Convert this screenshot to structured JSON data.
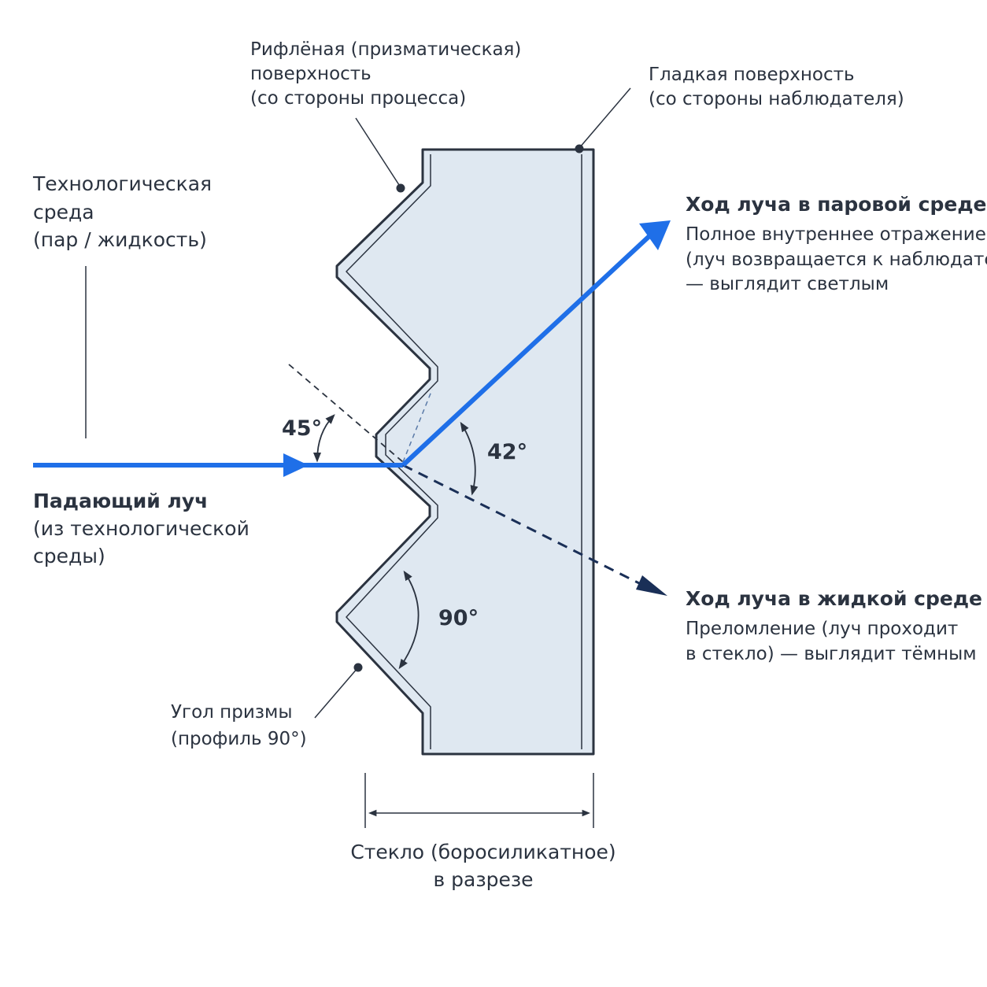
{
  "labels": {
    "process_medium": [
      "Технологическая",
      "среда",
      "(пар / жидкость)"
    ],
    "ribbed_surface": [
      "Рифлёная (призматическая)",
      "поверхность",
      "(со стороны процесса)"
    ],
    "smooth_surface": [
      "Гладкая поверхность",
      "(со стороны наблюдателя)"
    ],
    "vapor_title": "Ход луча в паровой среде",
    "vapor_desc": [
      "Полное внутреннее отражение",
      "(луч возвращается к наблюдателю)",
      "— выглядит светлым"
    ],
    "liquid_title": "Ход луча в жидкой среде",
    "liquid_desc": [
      "Преломление (луч проходит",
      "в стекло) — выглядит тёмным"
    ],
    "incident_title": "Падающий луч",
    "incident_desc": [
      "(из технологической",
      "среды)"
    ],
    "prism_angle": [
      "Угол призмы",
      "(профиль 90°)"
    ],
    "glass": [
      "Стекло (боросиликатное)",
      "в разрезе"
    ]
  },
  "angles": {
    "incidence": "45°",
    "critical": "42°",
    "prism": "90°"
  },
  "colors": {
    "glass_fill": "#dfe8f1",
    "glass_outline": "#2b3340",
    "ray_blue": "#1f6fe8",
    "ray_dark": "#1a2f57",
    "text": "#2b3340"
  }
}
